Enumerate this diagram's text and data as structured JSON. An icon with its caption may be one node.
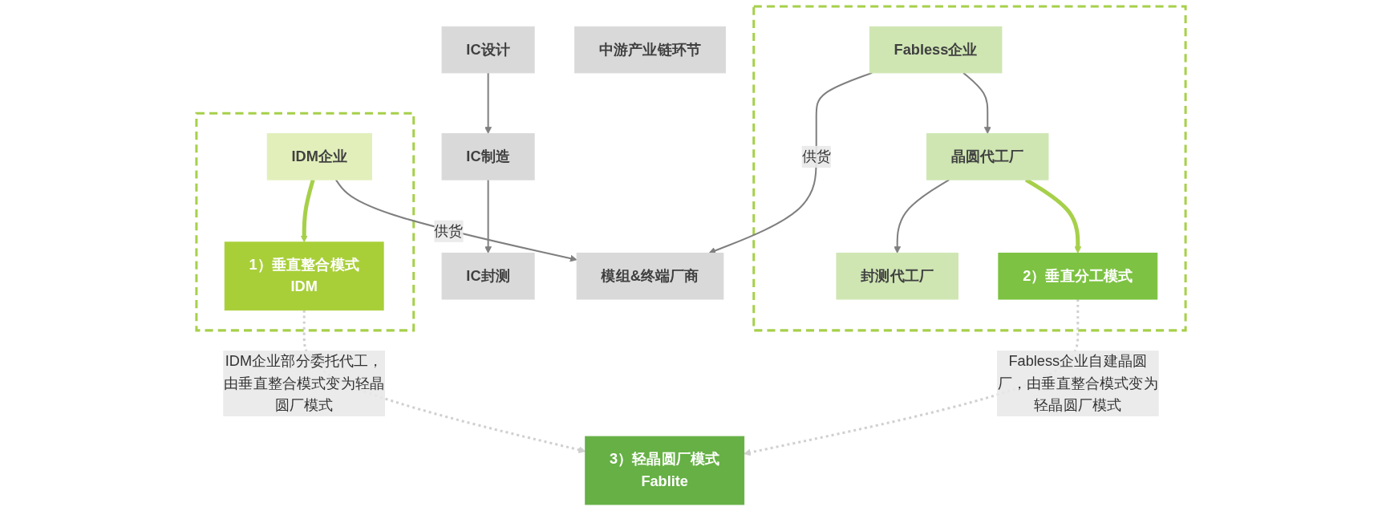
{
  "diagram": {
    "nodes": [
      {
        "text": [
          "中游产业链环节"
        ]
      },
      {
        "text": [],
        "shape": "box"
      },
      {
        "text": [
          "1）垂直整合模式",
          "IDM"
        ],
        "in": 1
      },
      {
        "text": [
          "IDM企业"
        ],
        "in": 1
      },
      {
        "text": [
          "IC设计"
        ]
      },
      {
        "text": [
          "IC制造"
        ]
      },
      {
        "text": [
          "IC封测"
        ]
      },
      {
        "text": [],
        "shape": "box"
      },
      {
        "text": [
          "Fabless企业"
        ],
        "in": 7
      },
      {
        "text": [
          "晶圆代工厂"
        ],
        "in": 7
      },
      {
        "text": [
          "封测代工厂"
        ],
        "in": 7
      },
      {
        "text": [
          "2）垂直分工模式"
        ],
        "in": 7
      },
      {
        "text": [
          "模组&终端厂商"
        ]
      },
      {
        "text": [
          "3）轻晶圆厂模式",
          "Fablite"
        ]
      }
    ],
    "edges": [
      {
        "from": 4,
        "to": 5,
        "arrow": "to"
      },
      {
        "from": 5,
        "to": 6,
        "arrow": "to"
      },
      {
        "from": 8,
        "to": 9,
        "arrow": "to"
      },
      {
        "from": 9,
        "to": 10,
        "arrow": "to"
      },
      {
        "from": 3,
        "to": 2,
        "arrow": "to",
        "style": "thick",
        "color": "#a6d04a"
      },
      {
        "from": 9,
        "to": 11,
        "arrow": "to",
        "style": "thick",
        "color": "#a6d04a"
      },
      {
        "from": 3,
        "to": 12,
        "arrow": "to",
        "label": "供货"
      },
      {
        "from": 8,
        "to": 12,
        "arrow": "to",
        "label": "供货"
      },
      {
        "from": 2,
        "to": 13,
        "arrow": "to",
        "style": "dashed",
        "color": "#d0d0d0",
        "label": "IDM企业部分委托代工，由垂直整合模式变为轻晶圆厂模式"
      },
      {
        "from": 11,
        "to": 13,
        "arrow": "to",
        "style": "dashed",
        "color": "#d0d0d0",
        "label": "Fabless企业自建晶圆厂，由垂直整合模式变为轻晶圆厂模式"
      }
    ]
  }
}
